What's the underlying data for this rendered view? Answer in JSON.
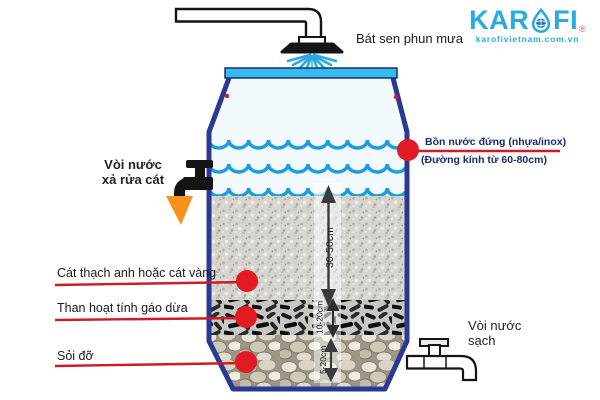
{
  "brand": {
    "name_part1": "KAR",
    "name_part2": "FI",
    "registered_mark": "®",
    "website": "karofivietnam.com.vn",
    "brand_color": "#29abe2"
  },
  "annotations": {
    "shower_label": "Bát sen phun mưa",
    "drain_faucet_label_line1": "Vòi nước",
    "drain_faucet_label_line2": "xả rửa cát",
    "sand_label": "Cát thạch anh hoặc cát vàng",
    "carbon_label": "Than hoạt tính gáo dừa",
    "gravel_label": "Sỏi đỡ",
    "tank_label_line1": "Bồn nước đứng (nhựa/inox)",
    "tank_label_line2": "(Đường kính từ 60-80cm)",
    "clean_faucet_label_line1": "Vòi nước",
    "clean_faucet_label_line2": "sạch"
  },
  "measurements": {
    "sand_depth": "30-50cm",
    "carbon_depth": "10-20cm",
    "gravel_depth": "5-20cm"
  },
  "colors": {
    "tank_outline": "#2b3990",
    "rim_cyan": "#35bcec",
    "water_wave": "#1d9ddb",
    "marker_red": "#e21a24",
    "leader_red": "#cf1b22",
    "arrow_orange": "#f6921e"
  }
}
